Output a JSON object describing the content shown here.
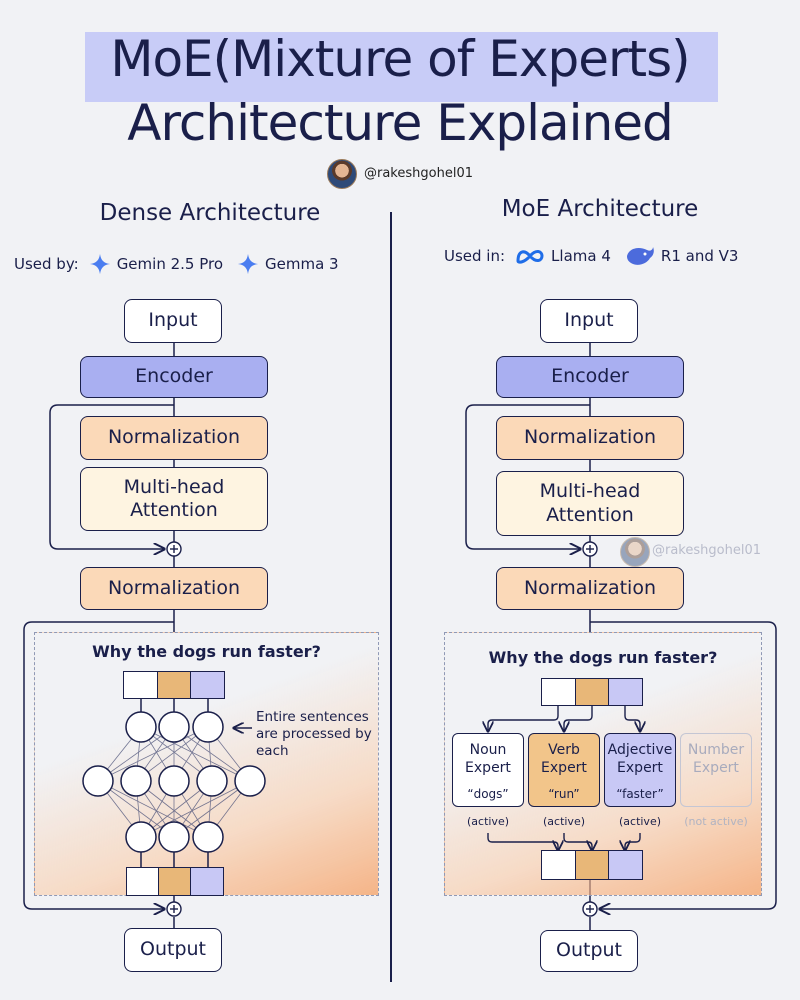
{
  "header": {
    "title_line1": "MoE(Mixture of Experts)",
    "title_line2": "Architecture Explained",
    "handle": "@rakeshgohel01"
  },
  "dense": {
    "title": "Dense Architecture",
    "used_label": "Used by:",
    "models": [
      {
        "icon": "gemini-icon",
        "name": "Gemin 2.5 Pro"
      },
      {
        "icon": "gemini-icon",
        "name": "Gemma 3"
      }
    ],
    "input": "Input",
    "encoder": "Encoder",
    "normalization1": "Normalization",
    "attention": "Multi-head Attention",
    "normalization2": "Normalization",
    "question": "Why the dogs run faster?",
    "note": "Entire sentences are processed by each",
    "output": "Output"
  },
  "moe": {
    "title": "MoE Architecture",
    "used_label": "Used in:",
    "models": [
      {
        "icon": "meta-icon",
        "name": "Llama 4"
      },
      {
        "icon": "deepseek-whale-icon",
        "name": "R1 and V3"
      }
    ],
    "input": "Input",
    "encoder": "Encoder",
    "normalization1": "Normalization",
    "attention": "Multi-head Attention",
    "normalization2": "Normalization",
    "watermark": "@rakeshgohel01",
    "question": "Why the dogs run faster?",
    "experts": [
      {
        "name": "Noun Expert",
        "token": "“dogs”",
        "status": "(active)"
      },
      {
        "name": "Verb Expert",
        "token": "“run”",
        "status": "(active)"
      },
      {
        "name": "Adjective Expert",
        "token": "“faster”",
        "status": "(active)"
      },
      {
        "name": "Number Expert",
        "token": "",
        "status": "(not active)"
      }
    ],
    "output": "Output"
  },
  "colors": {
    "navy": "#1a1f4a",
    "encoder": "#a9aff1",
    "normalization": "#fbd9b8",
    "attention": "#fef4e1",
    "token_orange": "#e8b778",
    "token_purple": "#c8c8f5",
    "title_highlight": "#c8ccf7"
  }
}
